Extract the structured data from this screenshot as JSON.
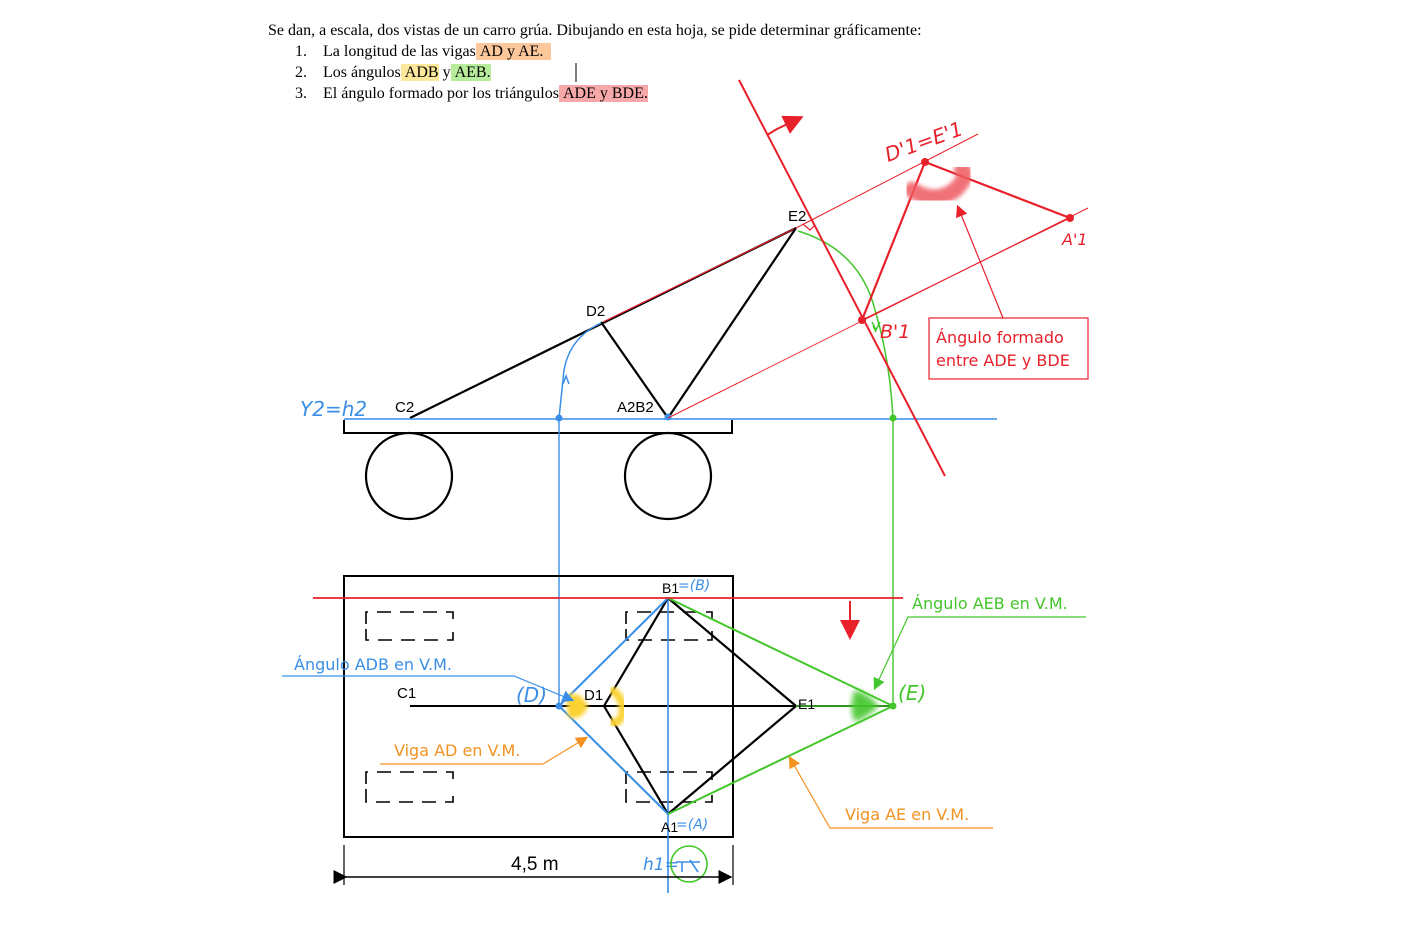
{
  "statement": {
    "intro": "Se dan, a escala, dos vistas de un carro grúa. Dibujando en esta hoja, se pide determinar gráficamente:",
    "items": [
      {
        "number": "1.",
        "text": "La longitud de las vigas",
        "highlight": "AD y AE."
      },
      {
        "number": "2.",
        "text": "Los ángulos",
        "highlight": "ADB",
        "joiner": "y",
        "highlight2": "AEB."
      },
      {
        "number": "3.",
        "text": "El ángulo formado por los triángulos",
        "highlight": "ADE y BDE."
      }
    ]
  },
  "elevation_labels": {
    "c2": "C2",
    "d2": "D2",
    "e2": "E2",
    "a2b2": "A2B2",
    "ground_line": "Y2=h2"
  },
  "plan_labels": {
    "b1": "B1",
    "b1_rev": "=(B)",
    "c1": "C1",
    "d1": "D1",
    "e1": "E1",
    "a1": "A1",
    "a1_rev": "=(A)",
    "d_rev": "(D)",
    "e_rev": "(E)",
    "h1": "h1=",
    "dimension": "4,5 m"
  },
  "annotations": {
    "adb_angle": "Ángulo ADB en V.M.",
    "aeb_angle": "Ángulo AEB en V.M.",
    "viga_ad": "Viga AD en V.M.",
    "viga_ae": "Viga AE en V.M.",
    "plane_angle_line1": "Ángulo formado",
    "plane_angle_line2": "entre ADE y BDE",
    "d1e1_prime": "D'1=E'1",
    "b1_prime": "B'1",
    "a1_prime": "A'1"
  },
  "colors": {
    "blue": "#3a8ee6",
    "red": "#e8202a",
    "green": "#43c62b",
    "orange": "#f39220",
    "yellow": "#fbd230",
    "black": "#000000"
  }
}
